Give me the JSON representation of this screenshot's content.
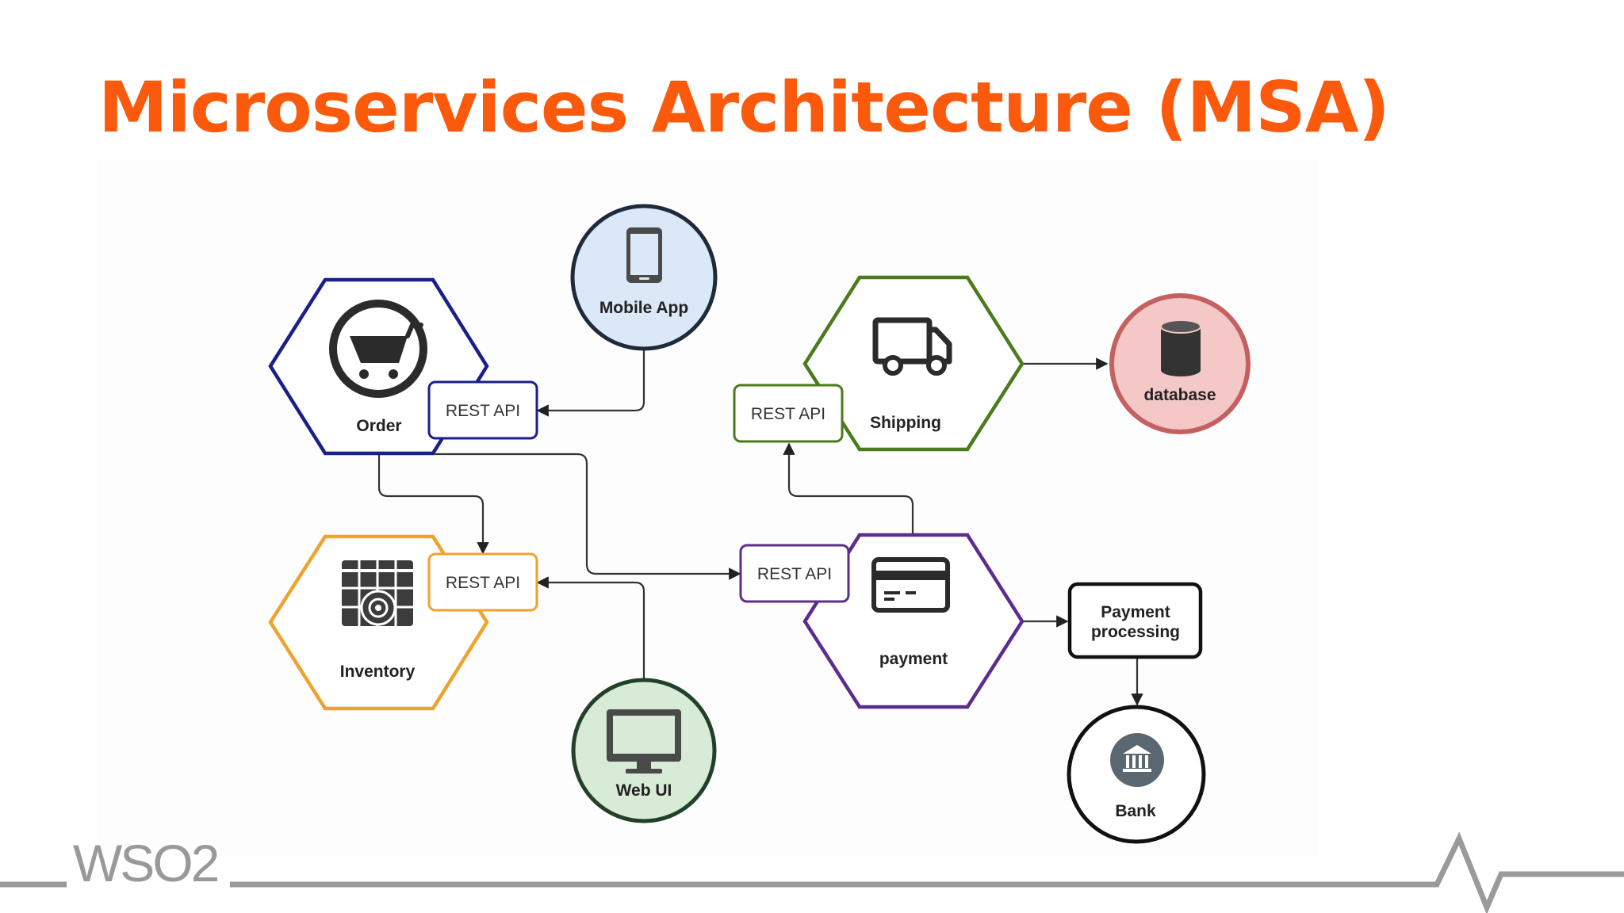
{
  "slide": {
    "title": "Microservices Architecture (MSA)"
  },
  "colors": {
    "title": "#fb5a0d",
    "order": "#1a1f8a",
    "inventory": "#f0a22e",
    "shipping": "#4c7a1c",
    "payment": "#5b2d8e",
    "mobile_fill": "#dbe8f8",
    "webui_fill": "#d8ebd6",
    "webui_stroke": "#23402a",
    "database_fill": "#f3c8c6",
    "database_stroke": "#c4605f",
    "footer_line": "#9a9a9a"
  },
  "services": {
    "order": {
      "label": "Order",
      "icon": "shopping-cart-icon"
    },
    "inventory": {
      "label": "Inventory",
      "icon": "inventory-grid-icon"
    },
    "shipping": {
      "label": "Shipping",
      "icon": "truck-icon"
    },
    "payment": {
      "label": "payment",
      "icon": "credit-card-icon"
    }
  },
  "apis": {
    "order": "REST API",
    "inventory": "REST API",
    "shipping": "REST API",
    "payment": "REST API"
  },
  "clients": {
    "mobile": {
      "label": "Mobile App",
      "icon": "smartphone-icon"
    },
    "web": {
      "label": "Web UI",
      "icon": "monitor-icon"
    }
  },
  "external": {
    "database": {
      "label": "database",
      "icon": "cylinder-icon"
    },
    "payment_processing": {
      "line1": "Payment",
      "line2": "processing"
    },
    "bank": {
      "label": "Bank",
      "icon": "bank-icon"
    }
  },
  "footer": {
    "logo": "WSO2"
  }
}
